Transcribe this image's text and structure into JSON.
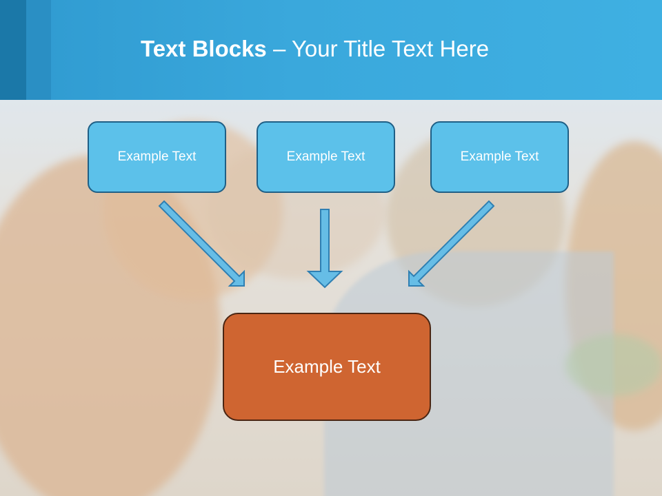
{
  "slide": {
    "title_bold": "Text Blocks",
    "title_separator": " – ",
    "title_rest": "Your Title Text Here"
  },
  "blocks": {
    "top": [
      "Example Text",
      "Example Text",
      "Example Text"
    ],
    "bottom": "Example Text"
  },
  "colors": {
    "header": "#3aa8dc",
    "small_box_fill": "#5cc1ea",
    "small_box_border": "#1f5f86",
    "big_box_fill": "#cf6531",
    "arrow_fill": "#66bde6"
  }
}
